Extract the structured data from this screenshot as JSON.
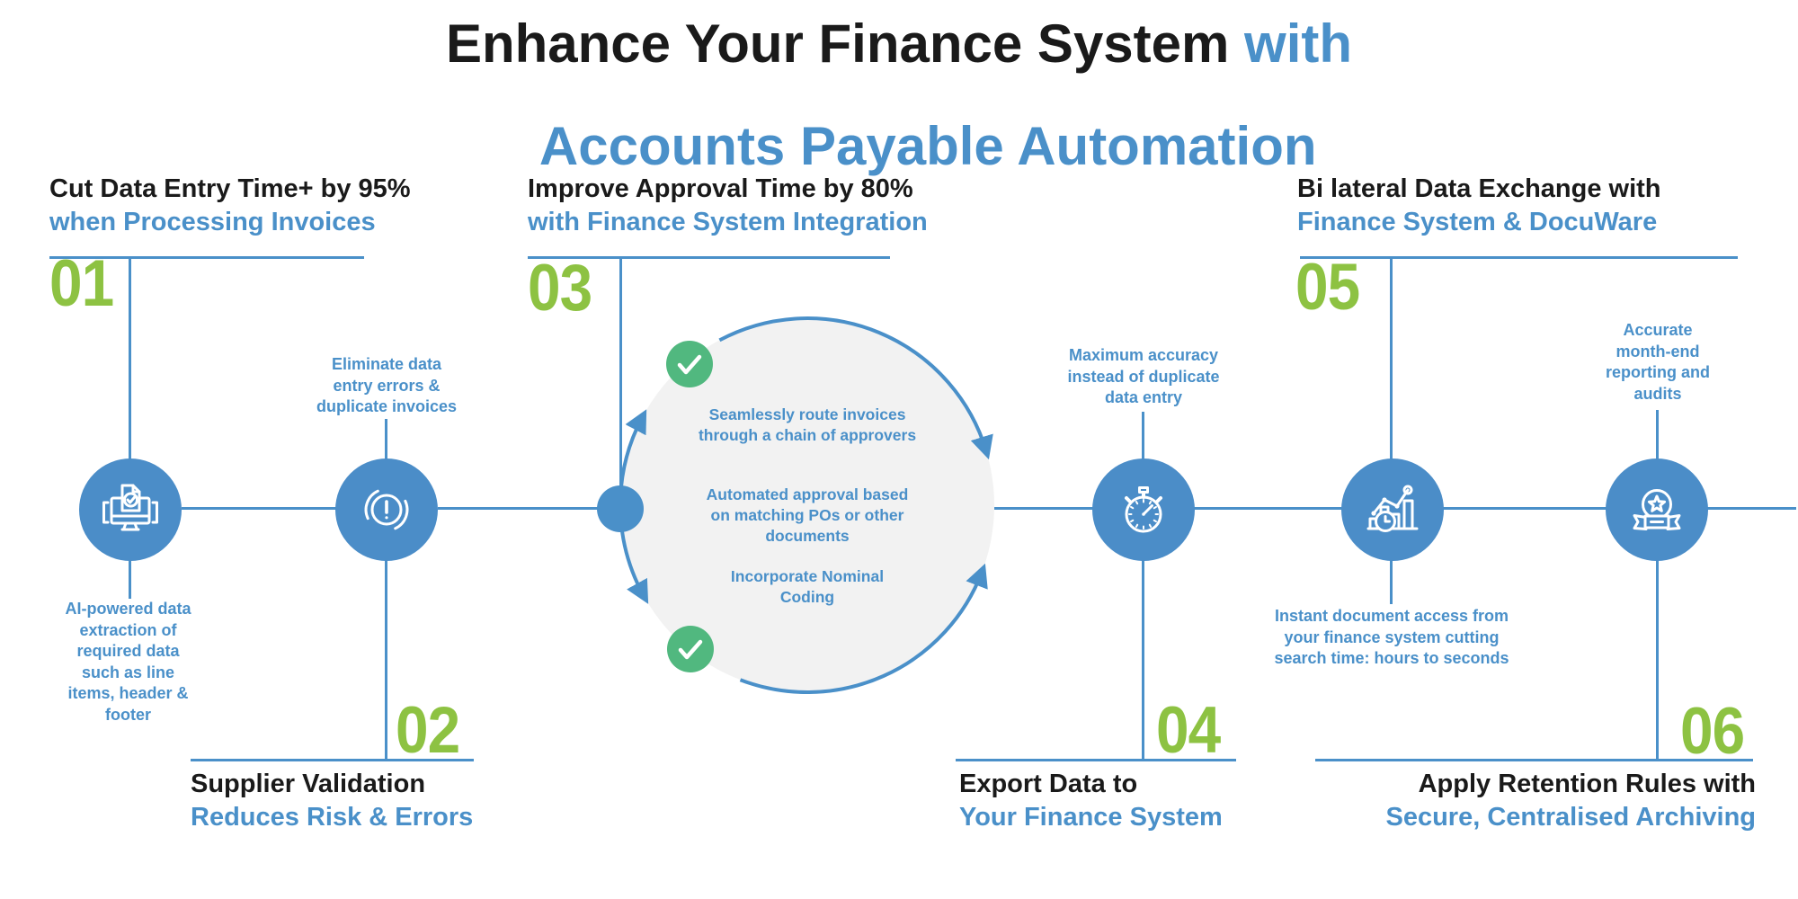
{
  "title": {
    "line1_black": "Enhance Your Finance System ",
    "line1_blue": "with",
    "line2_blue": "Accounts Payable Automation"
  },
  "colors": {
    "blue": "#4A90C9",
    "icon_blue": "#4B8DC8",
    "green_number": "#8DC242",
    "green_check": "#51B87F",
    "circle_gray": "#F2F2F2",
    "black": "#1A1A1A"
  },
  "steps": [
    {
      "number": "01",
      "title_black": "Cut Data Entry Time+ by 95%",
      "title_blue": "when Processing Invoices"
    },
    {
      "number": "02",
      "title_black": "Supplier Validation",
      "title_blue": "Reduces Risk & Errors"
    },
    {
      "number": "03",
      "title_black": "Improve Approval Time by 80%",
      "title_blue": "with Finance System Integration"
    },
    {
      "number": "04",
      "title_black": "Export Data to",
      "title_blue": "Your Finance System"
    },
    {
      "number": "05",
      "title_black": "Bi lateral Data Exchange with",
      "title_blue": "Finance System & DocuWare"
    },
    {
      "number": "06",
      "title_black": "Apply Retention Rules with",
      "title_blue": "Secure, Centralised Archiving"
    }
  ],
  "notes": {
    "step1": "AI-powered data\nextraction of\nrequired data\nsuch as line\nitems, header &\nfooter",
    "step2": "Eliminate data\nentry errors &\nduplicate invoices",
    "step4": "Maximum accuracy\ninstead of duplicate\ndata entry",
    "step5": "Instant document access from\nyour finance system cutting\nsearch time: hours to seconds",
    "step6": "Accurate\nmonth-end\nreporting and\naudits"
  },
  "center_circle": {
    "item1": "Seamlessly route invoices\nthrough a chain of approvers",
    "item2": "Automated approval based\non matching POs or other\ndocuments",
    "item3": "Incorporate Nominal\nCoding"
  },
  "icons": {
    "step1": "monitor-document-check-icon",
    "step2": "alert-exclamation-icon",
    "step4": "stopwatch-icon",
    "step5": "analytics-clock-icon",
    "step6": "award-ribbon-star-icon",
    "center_top": "check-icon",
    "center_bottom": "check-icon"
  }
}
